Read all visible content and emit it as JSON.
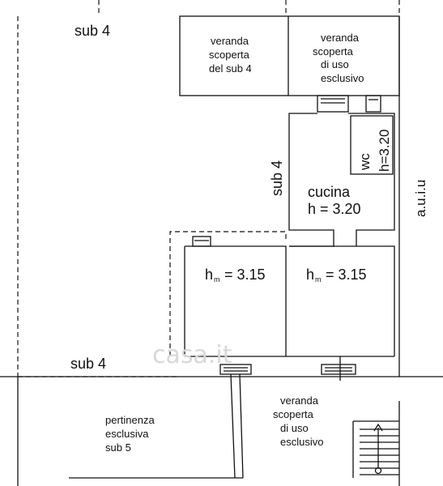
{
  "labels": {
    "sub4_top": "sub 4",
    "sub4_side": "sub 4",
    "sub4_bottom": "sub 4",
    "aui": "a.u.i.u",
    "veranda_sub4": [
      "veranda",
      "scoperta",
      "del sub 4"
    ],
    "veranda_excl_top": [
      "veranda",
      "scoperta",
      "di uso",
      "esclusivo"
    ],
    "wc": [
      "wc",
      "h=3.20"
    ],
    "cucina": [
      "cucina",
      "h = 3.20"
    ],
    "room_left_h": "h",
    "room_left_sub": "m",
    "room_left_val": "= 3.15",
    "room_right_h": "h",
    "room_right_sub": "m",
    "room_right_val": "= 3.15",
    "veranda_excl_bottom": [
      "veranda",
      "scoperta",
      "di uso",
      "esclusivo"
    ],
    "pertinenza": [
      "pertinenza",
      "esclusiva",
      "sub 5"
    ]
  },
  "watermark": "casa.it",
  "colors": {
    "line": "#111111",
    "background": "#ffffff",
    "watermark": "#d8d8d8"
  }
}
